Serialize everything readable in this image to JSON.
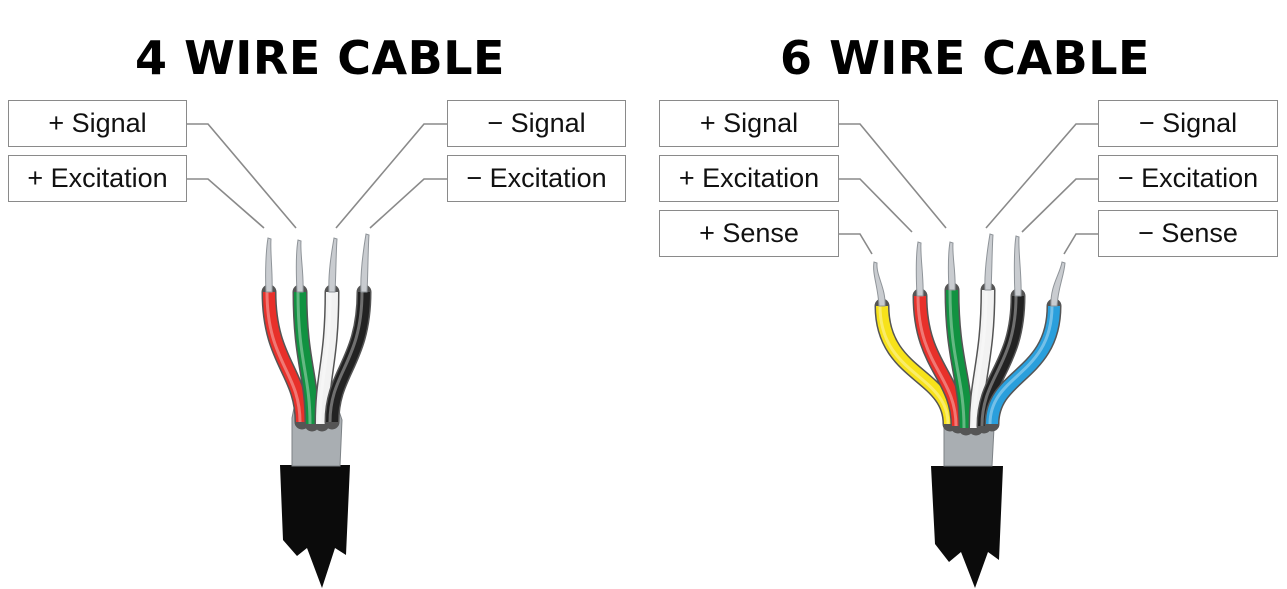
{
  "cable4": {
    "title": "4 WIRE CABLE",
    "labels": {
      "pos_signal": "+ Signal",
      "pos_excitation": "+ Excitation",
      "neg_signal": "− Signal",
      "neg_excitation": "− Excitation"
    },
    "wires": [
      {
        "id": "pos_excitation",
        "color": "#e8302a"
      },
      {
        "id": "pos_signal",
        "color": "#119241"
      },
      {
        "id": "neg_signal",
        "color": "#f2f2f2"
      },
      {
        "id": "neg_excitation",
        "color": "#222222"
      }
    ]
  },
  "cable6": {
    "title": "6 WIRE CABLE",
    "labels": {
      "pos_signal": "+ Signal",
      "pos_excitation": "+ Excitation",
      "pos_sense": "+ Sense",
      "neg_signal": "− Signal",
      "neg_excitation": "− Excitation",
      "neg_sense": "− Sense"
    },
    "wires": [
      {
        "id": "pos_sense",
        "color": "#f7e21a"
      },
      {
        "id": "pos_excitation",
        "color": "#e8302a"
      },
      {
        "id": "pos_signal",
        "color": "#119241"
      },
      {
        "id": "neg_signal",
        "color": "#f2f2f2"
      },
      {
        "id": "neg_excitation",
        "color": "#222222"
      },
      {
        "id": "neg_sense",
        "color": "#2a9fdc"
      }
    ]
  },
  "colors": {
    "jacket": "#0b0b0b",
    "shield": "#a9aeb2",
    "leader": "#8a8a8a",
    "strand": "#c9ccd0"
  }
}
